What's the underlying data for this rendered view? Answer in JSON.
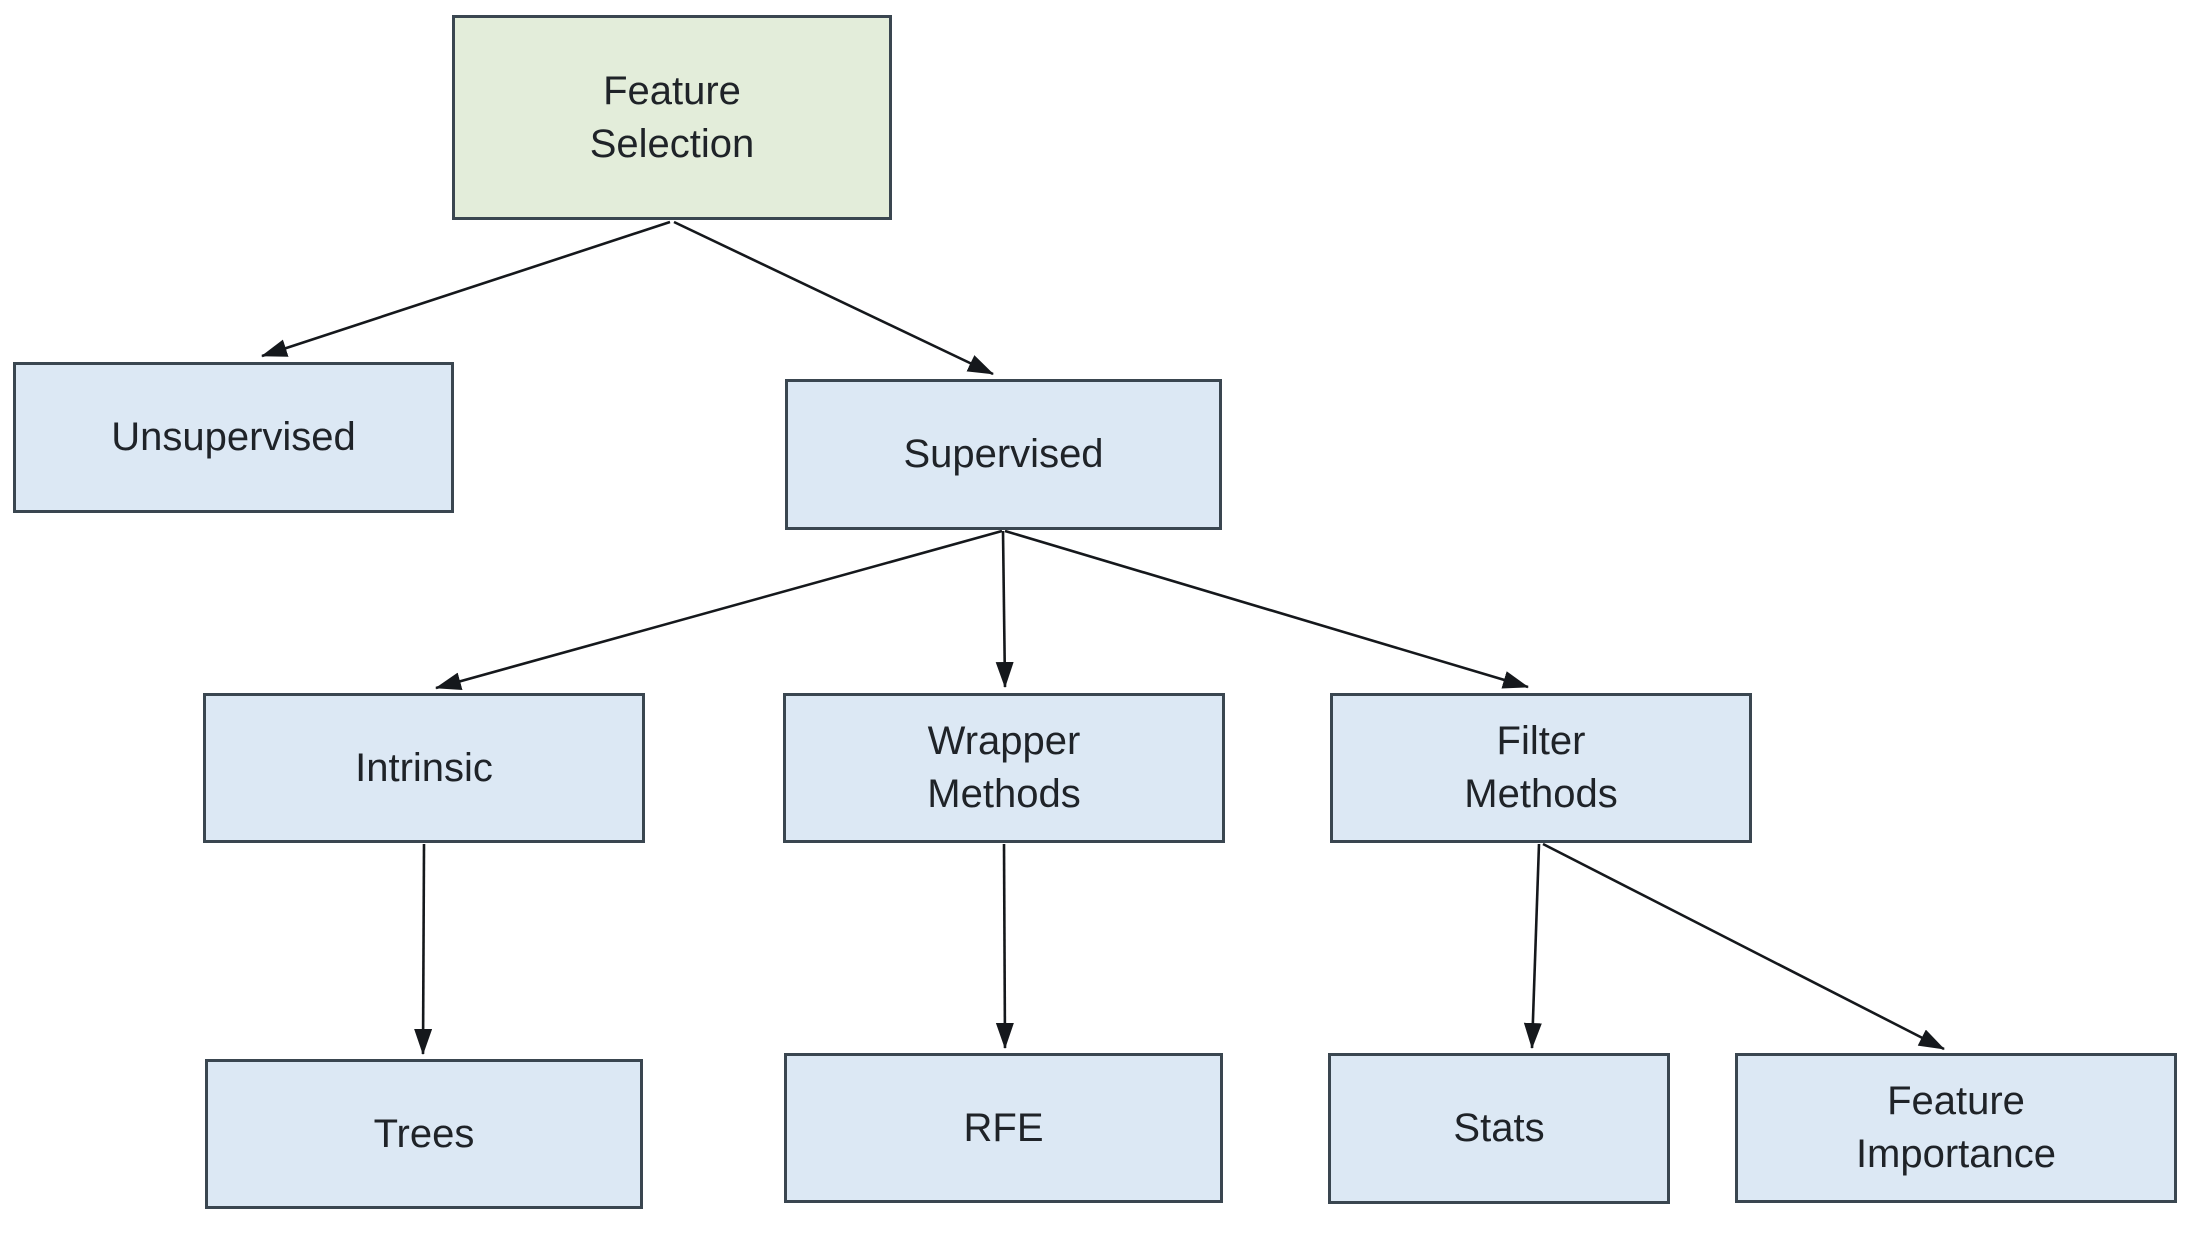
{
  "nodes": {
    "feature_selection": {
      "label": "Feature\nSelection"
    },
    "unsupervised": {
      "label": "Unsupervised"
    },
    "supervised": {
      "label": "Supervised"
    },
    "intrinsic": {
      "label": "Intrinsic"
    },
    "wrapper_methods": {
      "label": "Wrapper\nMethods"
    },
    "filter_methods": {
      "label": "Filter\nMethods"
    },
    "trees": {
      "label": "Trees"
    },
    "rfe": {
      "label": "RFE"
    },
    "stats": {
      "label": "Stats"
    },
    "feature_importance": {
      "label": "Feature\nImportance"
    }
  },
  "edges": [
    {
      "from": "Feature Selection",
      "to": "Unsupervised"
    },
    {
      "from": "Feature Selection",
      "to": "Supervised"
    },
    {
      "from": "Supervised",
      "to": "Intrinsic"
    },
    {
      "from": "Supervised",
      "to": "Wrapper Methods"
    },
    {
      "from": "Supervised",
      "to": "Filter Methods"
    },
    {
      "from": "Intrinsic",
      "to": "Trees"
    },
    {
      "from": "Wrapper Methods",
      "to": "RFE"
    },
    {
      "from": "Filter Methods",
      "to": "Stats"
    },
    {
      "from": "Filter Methods",
      "to": "Feature Importance"
    }
  ],
  "colors": {
    "root_fill": "#e3edda",
    "node_fill": "#dce8f4",
    "border": "#3a4650",
    "arrow": "#15181c",
    "text": "#1f2328",
    "background": "#ffffff"
  }
}
